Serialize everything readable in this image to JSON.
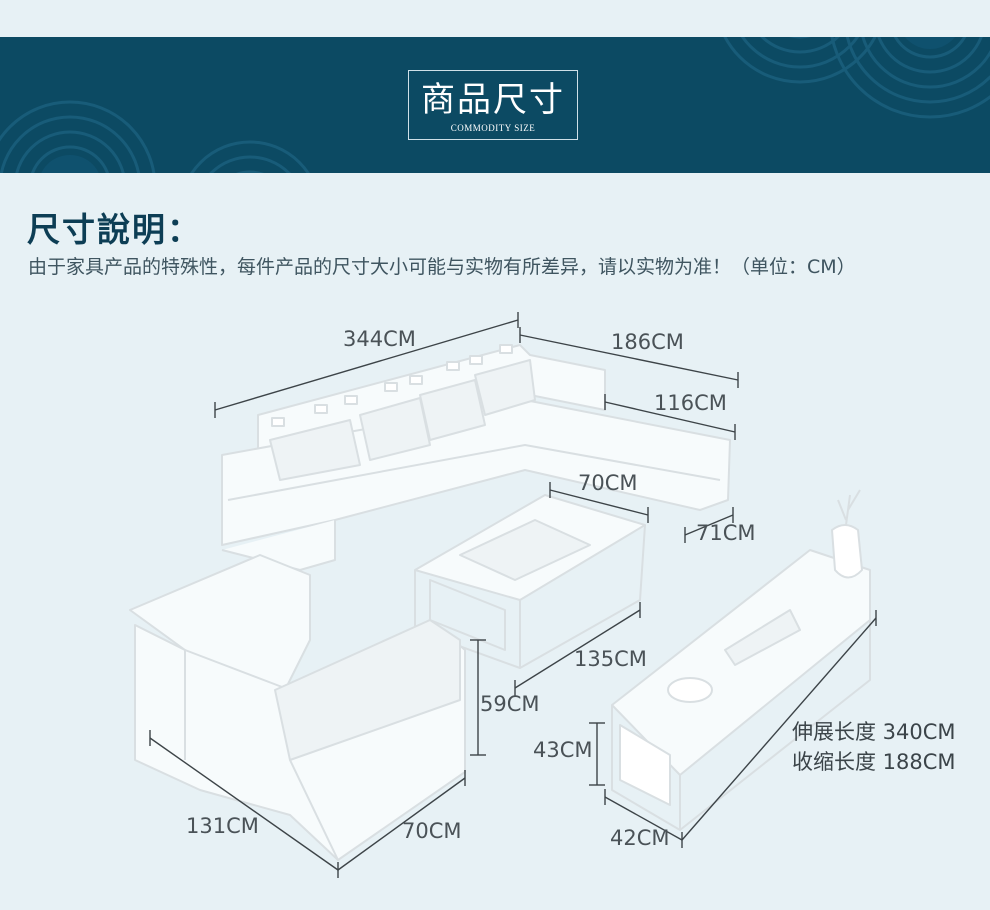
{
  "banner": {
    "title_zh": "商品尺寸",
    "title_en": "COMMODITY SIZE",
    "background_color": "#0c4a63"
  },
  "section": {
    "title": "尺寸說明：",
    "note": "由于家具产品的特殊性，每件产品的尺寸大小可能与实物有所差异，请以实物为准！（单位：CM）"
  },
  "dimensions": {
    "sofa_length": "344CM",
    "chaise_length": "186CM",
    "chaise_width": "116CM",
    "sofa_depth": "71CM",
    "table_width": "70CM",
    "table_length": "135CM",
    "table_height": "59CM",
    "armchair_length": "131CM",
    "armchair_depth": "70CM",
    "tv_cabinet_height": "43CM",
    "tv_cabinet_depth": "42CM"
  },
  "tv_cabinet_specs": {
    "extended": "伸展长度 340CM",
    "retracted": "收缩长度 188CM"
  }
}
